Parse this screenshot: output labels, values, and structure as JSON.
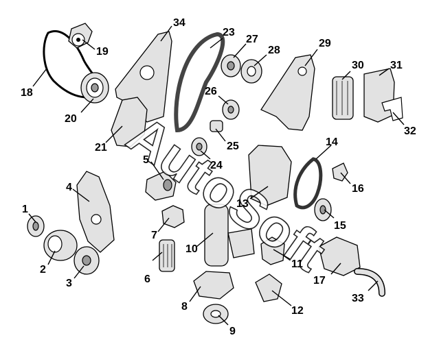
{
  "watermark": "AutoSoft",
  "callouts": [
    "1",
    "2",
    "3",
    "4",
    "5",
    "6",
    "7",
    "8",
    "9",
    "10",
    "11",
    "12",
    "13",
    "14",
    "15",
    "16",
    "17",
    "18",
    "19",
    "20",
    "21",
    "23",
    "24",
    "25",
    "26",
    "27",
    "28",
    "29",
    "30",
    "31",
    "32",
    "33",
    "34"
  ]
}
